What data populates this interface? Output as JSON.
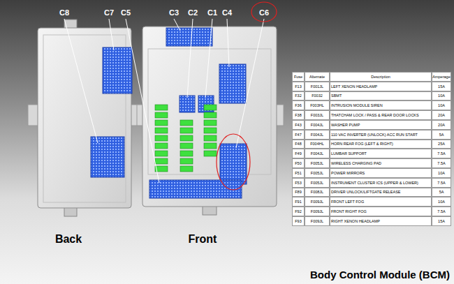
{
  "diagram": {
    "title": "Body Control Module (BCM)",
    "labels": [
      "C8",
      "C7",
      "C5",
      "C3",
      "C2",
      "C1",
      "C4",
      "C6",
      "Back",
      "Front",
      "Fuse",
      "Alternate",
      "Description",
      "Amperage",
      "F13",
      "F001JL",
      "LEFT XENON HEADLAMP",
      "15A",
      "F32",
      "F0032",
      "SBMT",
      "10A",
      "F36",
      "F003HL",
      "INTRUSION MODULE SIREN",
      "10A",
      "F38",
      "F003JL",
      "THATCHAM LOCK / PASS & REAR DOOR LOCKS",
      "20A",
      "F43",
      "F004JL",
      "WASHER PUMP",
      "20A",
      "F47",
      "F004JL",
      "110 VAC INVERTER (UNLOCK) ACC RUN START",
      "5A",
      "F48",
      "F004HL",
      "HORN REAR FOG (LEFT & RIGHT)",
      "25A",
      "F49",
      "F004JL",
      "LUMBAR SUPPORT",
      "7.5A",
      "F50",
      "F005JL",
      "WIRELESS CHARGING PAD",
      "7.5A",
      "F51",
      "F005JL",
      "POWER MIRRORS",
      "10A",
      "F53",
      "F005JL",
      "INSTRUMENT CLUSTER ICS (UPPER & LOWER)",
      "7.5A",
      "F89",
      "F008JL",
      "DRIVER UNLOCK/LIFTGATE RELEASE",
      "5A",
      "F91",
      "F009JL",
      "FRONT LEFT FOG",
      "10A",
      "F92",
      "F009JL",
      "FRONT RIGHT FOG",
      "7.5A",
      "F93",
      "F009JL",
      "RIGHT XENON HEADLAMP",
      "15A"
    ]
  }
}
